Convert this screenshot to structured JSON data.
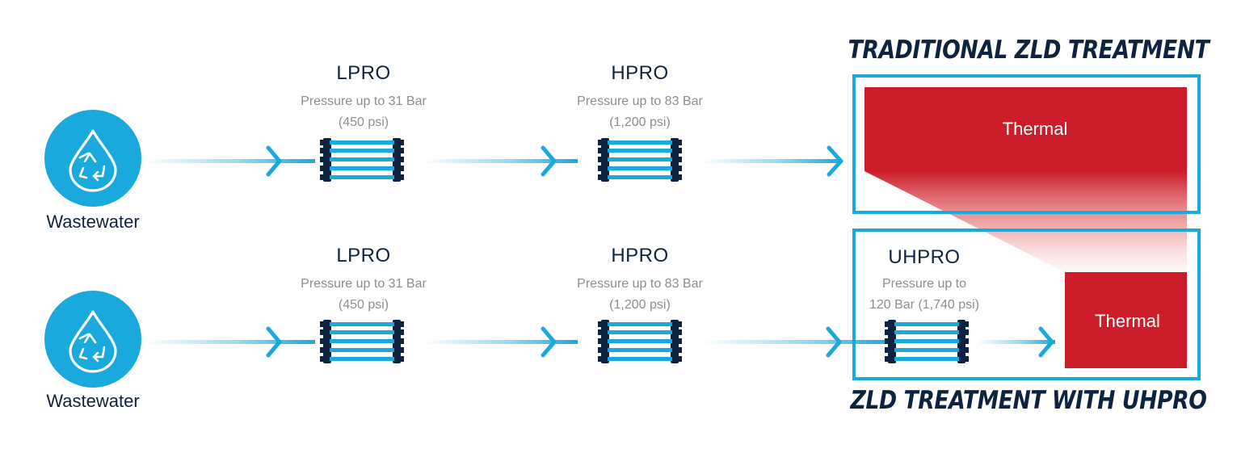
{
  "headings": {
    "top": "TRADITIONAL ZLD TREATMENT",
    "bottom": "ZLD TREATMENT WITH UHPRO"
  },
  "rows": [
    {
      "source": {
        "label": "Wastewater",
        "icon": "recycle-water-drop-icon"
      },
      "stages": [
        {
          "title": "LPRO",
          "line1": "Pressure up to 31 Bar",
          "line2": "(450 psi)"
        },
        {
          "title": "HPRO",
          "line1": "Pressure up to 83 Bar",
          "line2": "(1,200 psi)"
        }
      ],
      "thermal": "Thermal"
    },
    {
      "source": {
        "label": "Wastewater",
        "icon": "recycle-water-drop-icon"
      },
      "stages": [
        {
          "title": "LPRO",
          "line1": "Pressure up to 31 Bar",
          "line2": "(450 psi)"
        },
        {
          "title": "HPRO",
          "line1": "Pressure up to 83 Bar",
          "line2": "(1,200 psi)"
        },
        {
          "title": "UHPRO",
          "line1": "Pressure up to",
          "line2": "120 Bar (1,740 psi)"
        }
      ],
      "thermal": "Thermal"
    }
  ],
  "colors": {
    "accent": "#1aa9dd",
    "navy": "#0d2340",
    "thermal": "#cc1d2a",
    "gray_text": "#8e8e8e"
  }
}
